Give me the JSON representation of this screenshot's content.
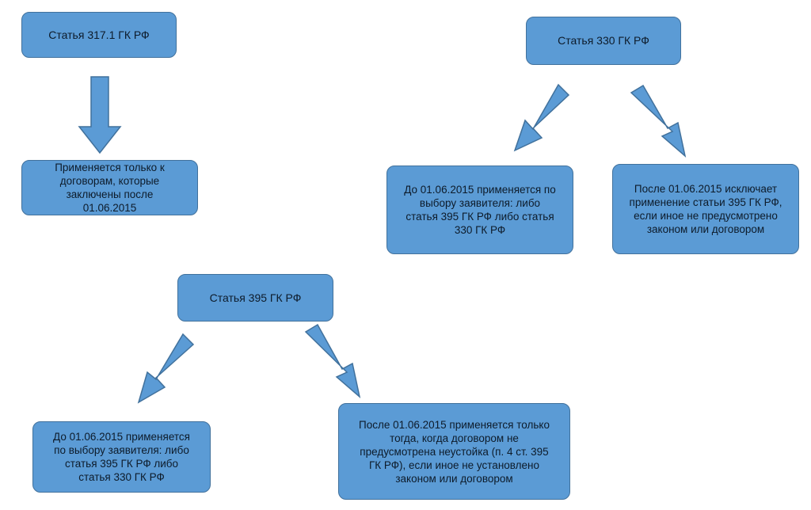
{
  "colors": {
    "box_fill": "#5b9bd5",
    "box_border": "#41719c",
    "text": "#0d1b2a"
  },
  "diagram": {
    "art3171": {
      "title": "Статья 317.1 ГК РФ",
      "note": "Применяется только к договорам, которые заключены после 01.06.2015"
    },
    "art330": {
      "title": "Статья 330 ГК РФ",
      "before": "До 01.06.2015 применяется по выбору заявителя: либо статья 395 ГК РФ либо статья 330 ГК РФ",
      "after": "После 01.06.2015 исключает применение статьи 395 ГК РФ, если иное не предусмотрено законом или договором"
    },
    "art395": {
      "title": "Статья 395 ГК РФ",
      "before": "До 01.06.2015 применяется по выбору заявителя: либо статья 395 ГК РФ либо статья 330 ГК РФ",
      "after": "После 01.06.2015 применяется только тогда, когда договором не предусмотрена неустойка (п. 4 ст. 395 ГК РФ), если иное не установлено законом или договором"
    }
  }
}
